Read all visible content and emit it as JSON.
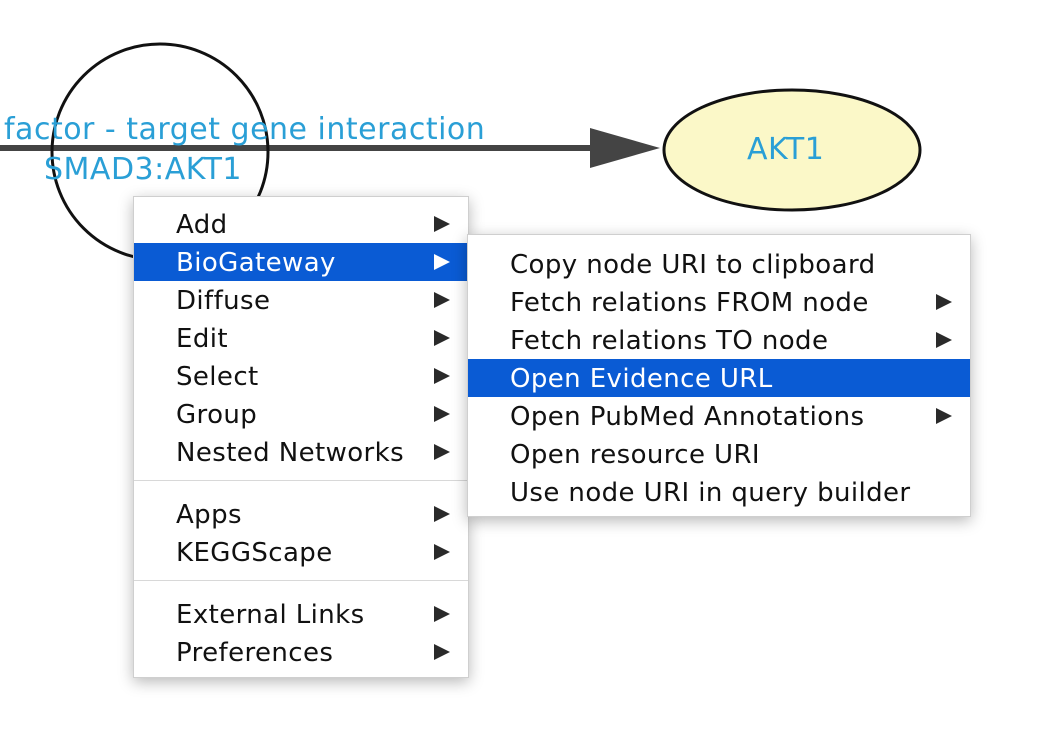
{
  "graph": {
    "edge_label_line1": "factor - target gene interaction",
    "edge_label_line2": "SMAD3:AKT1",
    "target_node_label": "AKT1",
    "colors": {
      "label_text": "#2a9fd6",
      "node_fill": "#fbf8c8",
      "edge": "#444444"
    }
  },
  "context_menu": {
    "groups": [
      [
        {
          "label": "Add",
          "submenu": true
        },
        {
          "label": "BioGateway",
          "submenu": true,
          "active": true
        },
        {
          "label": "Diffuse",
          "submenu": true
        },
        {
          "label": "Edit",
          "submenu": true
        },
        {
          "label": "Select",
          "submenu": true
        },
        {
          "label": "Group",
          "submenu": true
        },
        {
          "label": "Nested Networks",
          "submenu": true
        }
      ],
      [
        {
          "label": "Apps",
          "submenu": true
        },
        {
          "label": "KEGGScape",
          "submenu": true
        }
      ],
      [
        {
          "label": "External Links",
          "submenu": true
        },
        {
          "label": "Preferences",
          "submenu": true
        }
      ]
    ]
  },
  "biogateway_submenu": {
    "items": [
      {
        "label": "Copy node URI to clipboard",
        "submenu": false
      },
      {
        "label": "Fetch relations FROM node",
        "submenu": true
      },
      {
        "label": "Fetch relations TO node",
        "submenu": true
      },
      {
        "label": "Open Evidence URL",
        "submenu": false,
        "active": true
      },
      {
        "label": "Open PubMed Annotations",
        "submenu": true
      },
      {
        "label": "Open resource URI",
        "submenu": false
      },
      {
        "label": "Use node URI in query builder",
        "submenu": false
      }
    ]
  },
  "colors": {
    "highlight": "#0a5bd4",
    "menu_background": "#ffffff"
  }
}
